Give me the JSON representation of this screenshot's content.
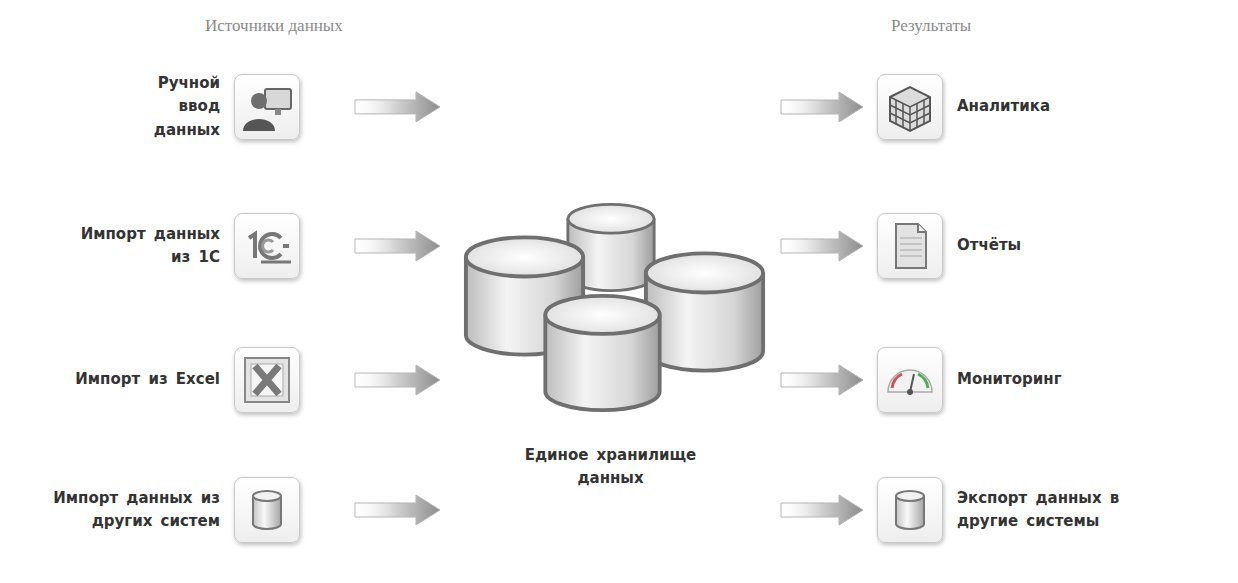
{
  "diagram": {
    "nodes": [
      {
        "text": [
          "Ручной ввод данных"
        ]
      },
      {
        "text": [
          "Импорт данных из 1С"
        ]
      },
      {
        "text": [
          "Импорт из Excel"
        ]
      },
      {
        "text": [
          "Импорт данных из других систем"
        ]
      },
      {
        "text": [
          "Единое хранилище данных"
        ]
      },
      {
        "text": [
          "Аналитика"
        ]
      },
      {
        "text": [
          "Отчёты"
        ]
      },
      {
        "text": [
          "Мониторинг"
        ]
      },
      {
        "text": [
          "Экспорт данных в другие системы"
        ]
      }
    ],
    "edges": [
      {
        "from": 0,
        "to": 4,
        "arrow": "to"
      },
      {
        "from": 1,
        "to": 4,
        "arrow": "to"
      },
      {
        "from": 2,
        "to": 4,
        "arrow": "to"
      },
      {
        "from": 3,
        "to": 4,
        "arrow": "to"
      },
      {
        "from": 4,
        "to": 5,
        "arrow": "to"
      },
      {
        "from": 4,
        "to": 6,
        "arrow": "to"
      },
      {
        "from": 4,
        "to": 7,
        "arrow": "to"
      },
      {
        "from": 4,
        "to": 8,
        "arrow": "to"
      }
    ],
    "labels": [
      "Источники данных",
      "Результаты"
    ]
  }
}
